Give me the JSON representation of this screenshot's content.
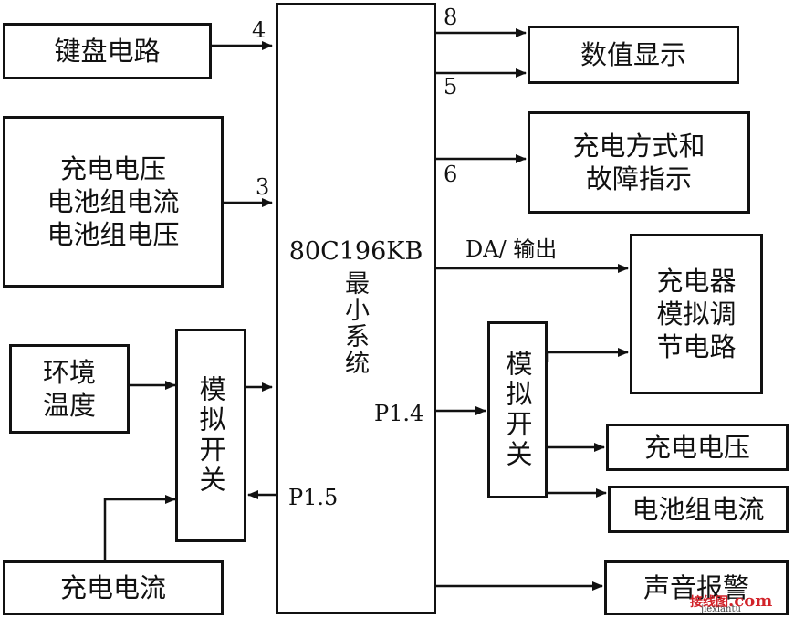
{
  "blocks": {
    "keyboard": "键盘电路",
    "analog_in": [
      "充电电压",
      "电池组电流",
      "电池组电压"
    ],
    "env_temp": [
      "环境",
      "温度"
    ],
    "mux_left": "模拟开关",
    "charge_current": "充电电流",
    "cpu_name": "80C196KB",
    "cpu_sub": "最小系统",
    "display": "数值显示",
    "mode_fault": [
      "充电方式和",
      "故障指示"
    ],
    "charger_adj": [
      "充电器",
      "模拟调",
      "节电路"
    ],
    "mux_right": "模拟开关",
    "charge_voltage": "充电电压",
    "battery_current": "电池组电流",
    "alarm": "声音报警"
  },
  "labels": {
    "bus4": "4",
    "bus3": "3",
    "bus8": "8",
    "bus5": "5",
    "bus6": "6",
    "da_out": "DA/ 输出",
    "p14": "P1.4",
    "p15": "P1.5"
  },
  "watermark": {
    "site": "接线图",
    "domain": ".com",
    "pinyin": "jiexiantu"
  }
}
